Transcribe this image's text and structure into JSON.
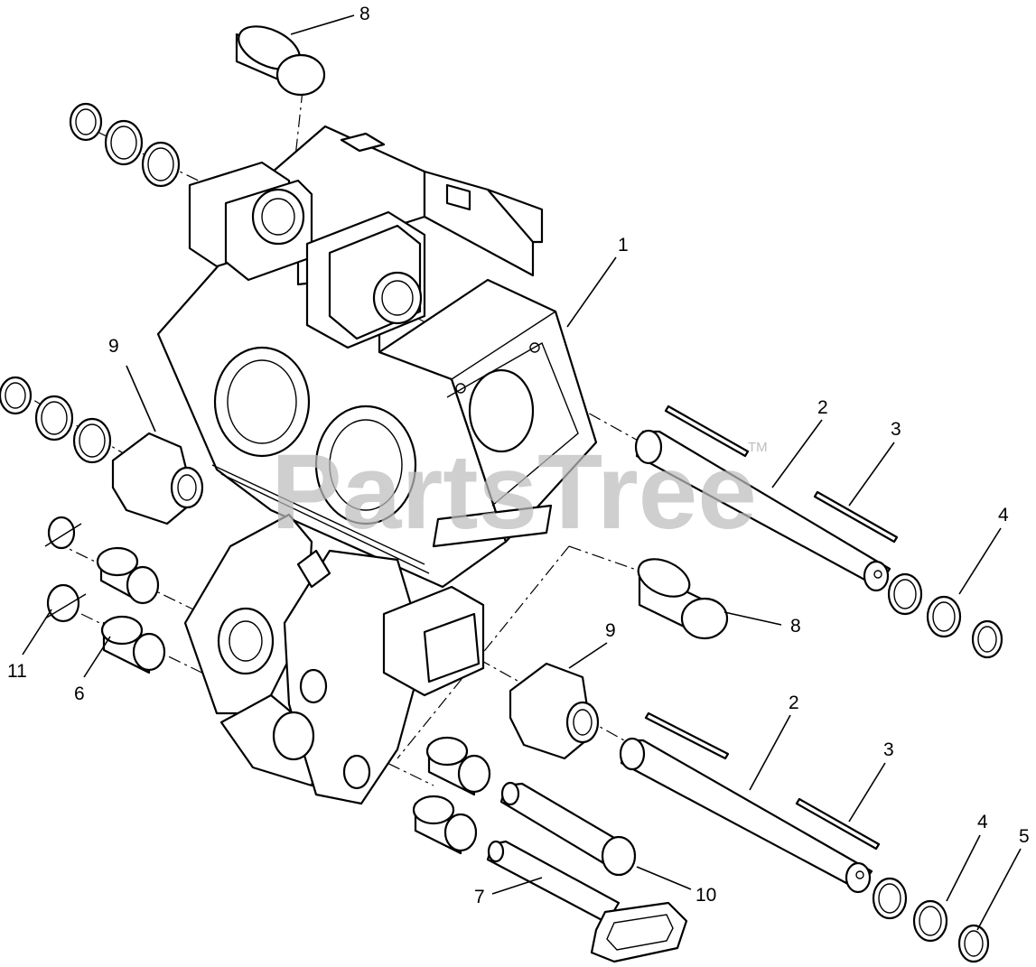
{
  "watermark": {
    "text": "PartsTree",
    "mark": "TM",
    "color": "#bdbdbd"
  },
  "callouts": [
    "8",
    "1",
    "9",
    "2",
    "3",
    "4",
    "8",
    "9",
    "11",
    "6",
    "2",
    "3",
    "4",
    "5",
    "10",
    "7"
  ],
  "colors": {
    "line": "#000000",
    "background": "#ffffff"
  }
}
